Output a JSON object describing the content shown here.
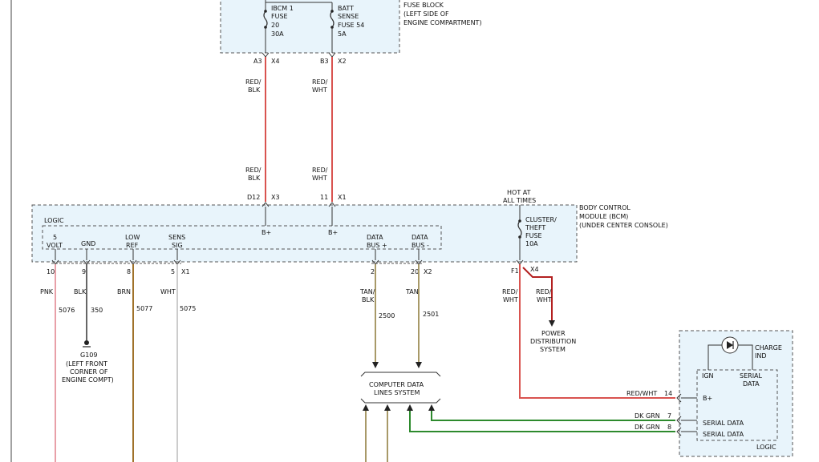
{
  "colors": {
    "box_fill": "#e8f4fb",
    "box_stroke": "#555555",
    "red_wire": "#d9534f",
    "tan_wire": "#a89968",
    "brown_wire": "#a0722a",
    "pink_wire": "#e8a0a8",
    "white_wire": "#cccccc",
    "black_wire": "#666666",
    "green_wire": "#2d8a2d",
    "dark_red_arrow": "#b32020"
  },
  "fuse_block": {
    "label_line1": "FUSE BLOCK",
    "label_line2": "(LEFT SIDE OF",
    "label_line3": "ENGINE COMPARTMENT)",
    "fuse1_line1": "IBCM 1",
    "fuse1_line2": "FUSE",
    "fuse1_line3": "20",
    "fuse1_line4": "30A",
    "fuse2_line1": "BATT",
    "fuse2_line2": "SENSE",
    "fuse2_line3": "FUSE 54",
    "fuse2_line4": "5A",
    "pin1": "A3",
    "conn1": "X4",
    "pin2": "B3",
    "conn2": "X2"
  },
  "wire_labels": {
    "w1_top_a": "RED/",
    "w1_top_b": "BLK",
    "w2_top_a": "RED/",
    "w2_top_b": "WHT",
    "w1_bot_a": "RED/",
    "w1_bot_b": "BLK",
    "w2_bot_a": "RED/",
    "w2_bot_b": "WHT"
  },
  "bcm": {
    "label_line1": "BODY CONTROL",
    "label_line2": "MODULE (BCM)",
    "label_line3": "(UNDER CENTER CONSOLE)",
    "hot_line1": "HOT AT",
    "hot_line2": "ALL TIMES",
    "fuse_line1": "CLUSTER/",
    "fuse_line2": "THEFT",
    "fuse_line3": "FUSE",
    "fuse_line4": "10A",
    "pin_d12": "D12",
    "conn_x3": "X3",
    "pin_11": "11",
    "conn_x1_top": "X1",
    "bplus_1": "B+",
    "bplus_2": "B+",
    "logic": "LOGIC",
    "sig_5volt_a": "5",
    "sig_5volt_b": "VOLT",
    "sig_gnd": "GND",
    "sig_lowref_a": "LOW",
    "sig_lowref_b": "REF",
    "sig_sens_a": "SENS",
    "sig_sens_b": "SIG",
    "sig_databusp_a": "DATA",
    "sig_databusp_b": "BUS +",
    "sig_databusm_a": "DATA",
    "sig_databusm_b": "BUS -",
    "pin_f1": "F1",
    "conn_x4": "X4"
  },
  "bottom_pins": {
    "p10": "10",
    "p9": "9",
    "p8": "8",
    "p5": "5",
    "x1": "X1",
    "p2": "2",
    "p20": "20",
    "x2": "X2"
  },
  "wires": {
    "pnk": "PNK",
    "c5076": "5076",
    "blk": "BLK",
    "c350": "350",
    "brn": "BRN",
    "c5077": "5077",
    "wht": "WHT",
    "c5075": "5075",
    "tanblk_a": "TAN/",
    "tanblk_b": "BLK",
    "c2500": "2500",
    "tan": "TAN",
    "c2501": "2501",
    "redwht1_a": "RED/",
    "redwht1_b": "WHT",
    "redwht2_a": "RED/",
    "redwht2_b": "WHT"
  },
  "ground": {
    "name": "G109",
    "line1": "(LEFT FRONT",
    "line2": "CORNER OF",
    "line3": "ENGINE COMPT)"
  },
  "power_dist": {
    "line1": "POWER",
    "line2": "DISTRIBUTION",
    "line3": "SYSTEM"
  },
  "computer_data": {
    "line1": "COMPUTER DATA",
    "line2": "LINES SYSTEM"
  },
  "cluster": {
    "charge_line1": "CHARGE",
    "charge_line2": "IND",
    "ign": "IGN",
    "serial_data_a": "SERIAL",
    "serial_data_b": "DATA",
    "bplus": "B+",
    "serial1": "SERIAL DATA",
    "serial2": "SERIAL DATA",
    "logic": "LOGIC",
    "wire_redwht": "RED/WHT",
    "pin14": "14",
    "wire_dkgrn1": "DK GRN",
    "pin7": "7",
    "wire_dkgrn2": "DK GRN",
    "pin8": "8"
  }
}
